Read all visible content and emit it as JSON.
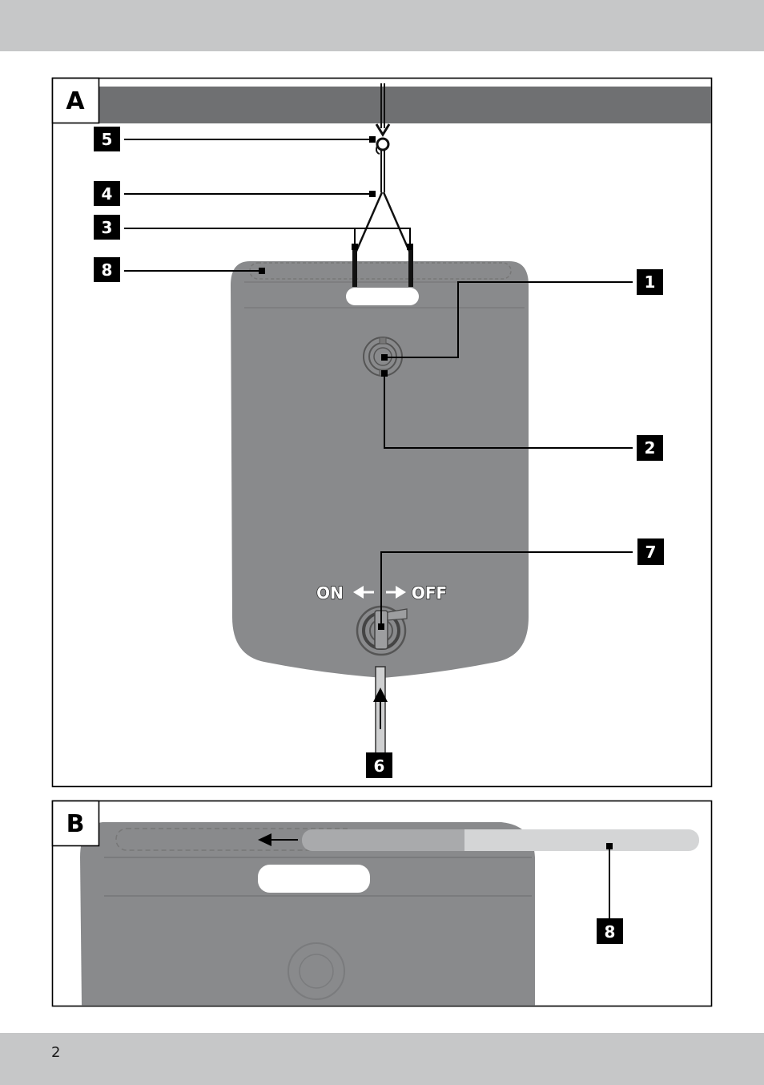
{
  "page": {
    "number": "2"
  },
  "panels": [
    {
      "id": "A",
      "label": "A"
    },
    {
      "id": "B",
      "label": "B"
    }
  ],
  "callouts": {
    "c1": "1",
    "c2": "2",
    "c3": "3",
    "c4": "4",
    "c5": "5",
    "c6": "6",
    "c7": "7",
    "c8a": "8",
    "c8b": "8"
  },
  "switch": {
    "on_label": "ON",
    "off_label": "OFF"
  },
  "colors": {
    "bag": "#898a8c",
    "ceiling_bar": "#6f7072",
    "band": "#c6c7c8",
    "strap": "#cfd0d1"
  }
}
